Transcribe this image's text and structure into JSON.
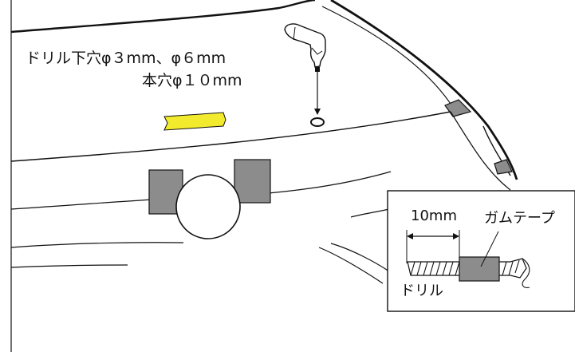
{
  "annotation": {
    "drill_hole_line1": "ドリル下穴φ３mm、φ６mm",
    "drill_hole_line2": "本穴φ１０mm"
  },
  "inset": {
    "dimension_label": "10mm",
    "gum_tape_label": "ガムテープ",
    "drill_label": "ドリル"
  },
  "colors": {
    "line": "#111111",
    "gray_fill": "#8c8c8c",
    "tape_yellow": "#f2ea2c",
    "background": "#ffffff"
  }
}
